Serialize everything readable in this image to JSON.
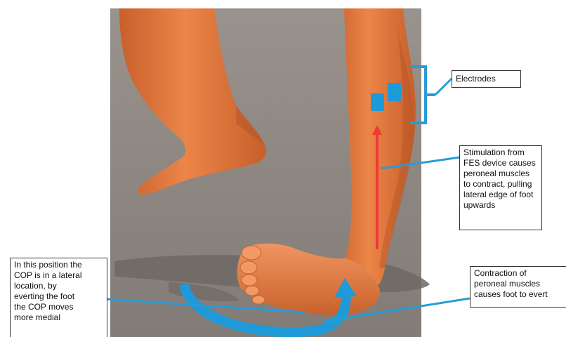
{
  "figure": {
    "scene": "3D rendered leg and foot during gait with FES electrodes on the lower leg",
    "colors": {
      "background_panel": "#8c847f",
      "skin": "#e47a40",
      "skin_shadow": "#b65526",
      "electrode": "#1e9ad8",
      "leader_line": "#2a9bd6",
      "stimulation_arrow": "#ee3b36",
      "floor_shadow": "#6f6966"
    },
    "labels": {
      "electrodes": "Electrodes",
      "stimulation": "Stimulation from\nFES device causes\nperoneal muscles\nto contract, pulling\nlateral edge of foot\nupwards",
      "cop": "In this position the\nCOP is in a lateral\nlocation, by\neverting the foot\nthe COP moves\nmore medial",
      "contraction": "Contraction of\nperoneal muscles\ncauses foot to evert"
    }
  }
}
